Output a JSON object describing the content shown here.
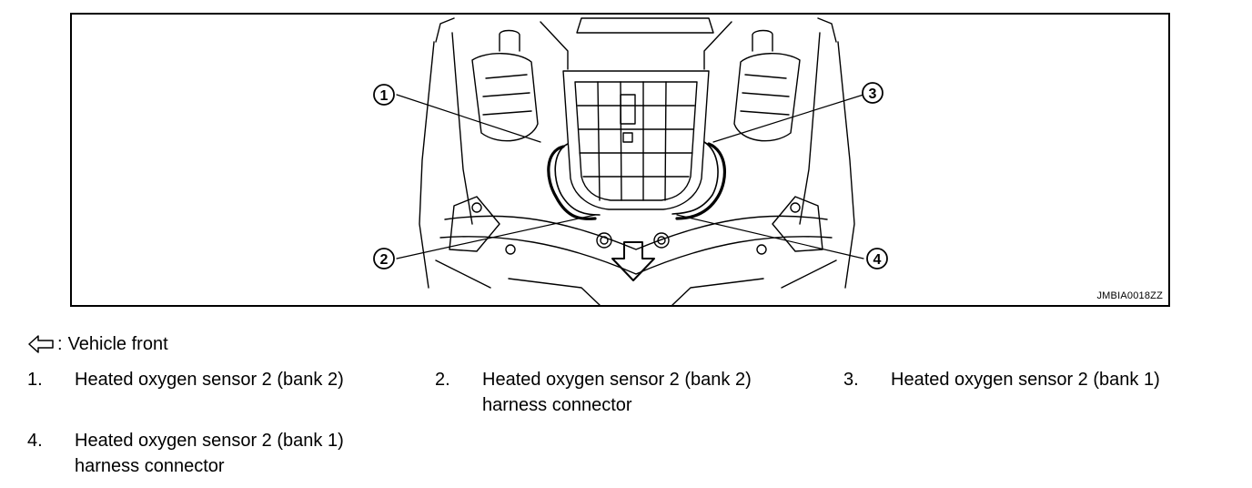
{
  "figure": {
    "code": "JMBIA0018ZZ",
    "callouts": [
      "1",
      "2",
      "3",
      "4"
    ]
  },
  "legend": {
    "symbol_text": ":",
    "label": "Vehicle front"
  },
  "items": [
    {
      "num": "1.",
      "line1": "Heated oxygen sensor 2 (bank 2)",
      "line2": ""
    },
    {
      "num": "2.",
      "line1": "Heated oxygen sensor 2 (bank 2)",
      "line2": "harness connector"
    },
    {
      "num": "3.",
      "line1": "Heated oxygen sensor 2 (bank 1)",
      "line2": ""
    },
    {
      "num": "4.",
      "line1": "Heated oxygen sensor 2 (bank 1)",
      "line2": "harness connector"
    }
  ]
}
